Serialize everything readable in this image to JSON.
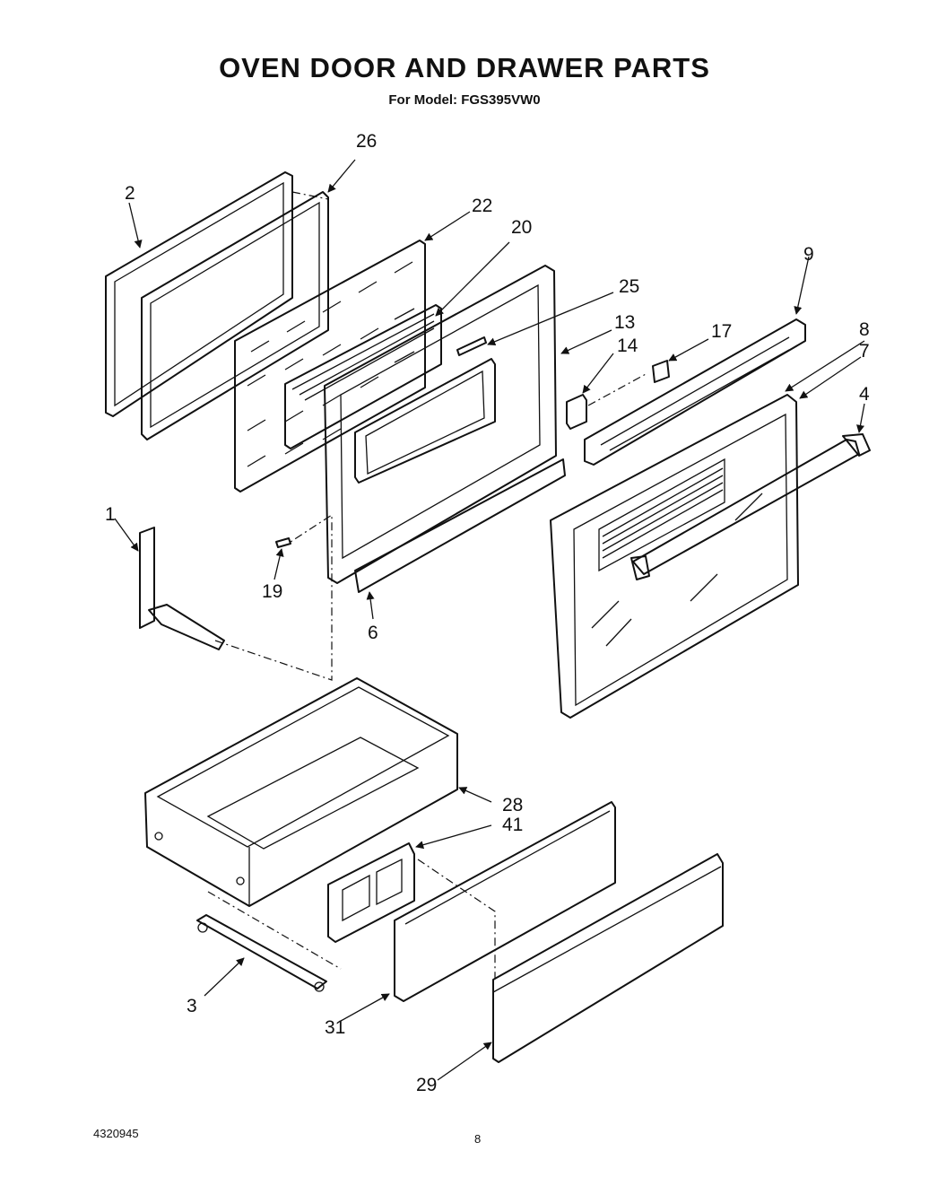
{
  "header": {
    "title": "OVEN DOOR AND DRAWER PARTS",
    "subtitle": "For Model: FGS395VW0"
  },
  "footer": {
    "doc_number": "4320945",
    "page_number": "8"
  },
  "callouts": [
    "26",
    "2",
    "22",
    "20",
    "25",
    "9",
    "13",
    "17",
    "8",
    "14",
    "7",
    "4",
    "1",
    "19",
    "6",
    "28",
    "41",
    "3",
    "31",
    "29"
  ]
}
